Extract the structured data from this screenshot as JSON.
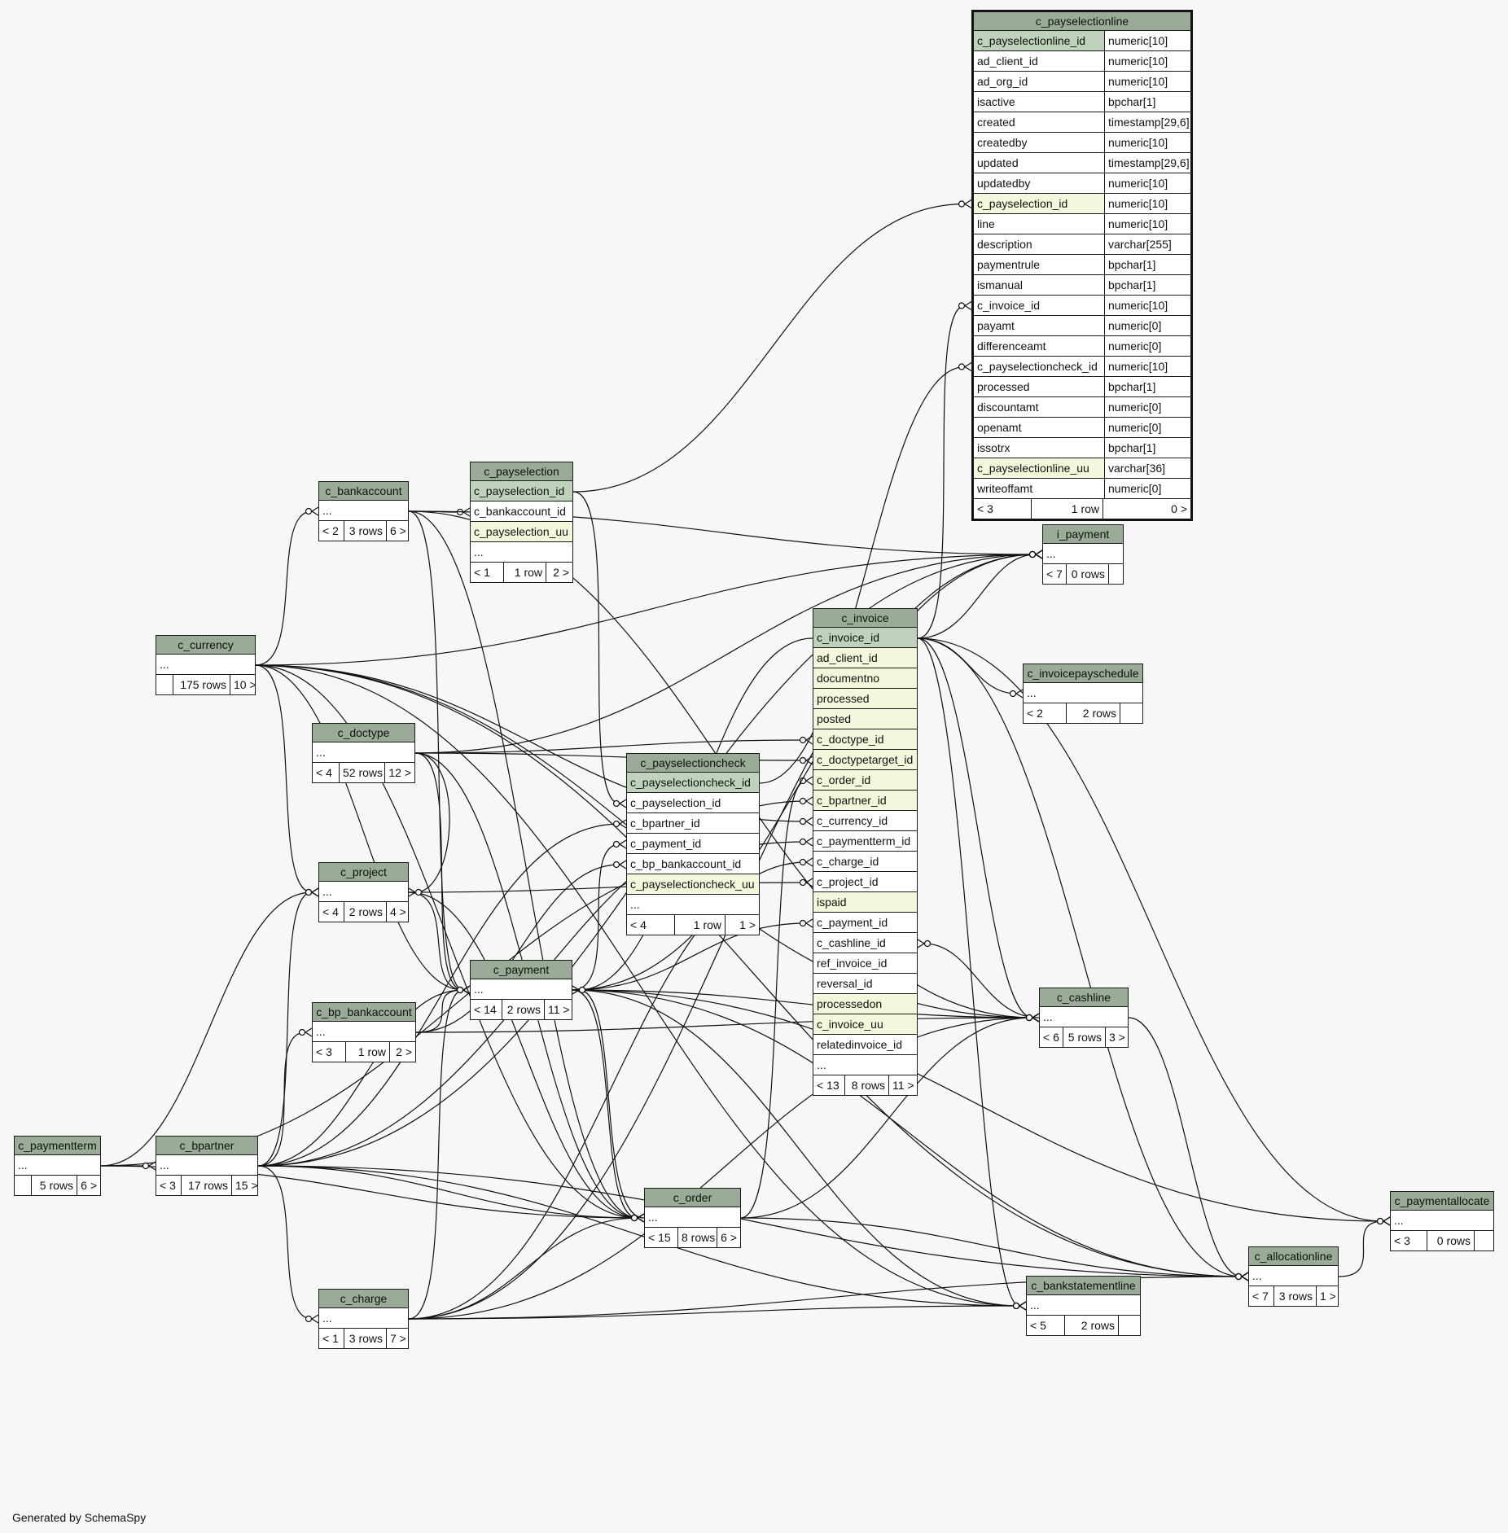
{
  "footer": "Generated by SchemaSpy",
  "colors": {
    "header": "#9aab97",
    "primary_key": "#bfd2bb",
    "indexed": "#f4f7dc",
    "background": "#f7f7f7"
  },
  "tables": [
    {
      "id": "c_payselectionline",
      "name": "c_payselectionline",
      "focus": true,
      "columns": [
        {
          "name": "c_payselectionline_id",
          "type": "numeric[10]",
          "kind": "pk"
        },
        {
          "name": "ad_client_id",
          "type": "numeric[10]",
          "kind": ""
        },
        {
          "name": "ad_org_id",
          "type": "numeric[10]",
          "kind": ""
        },
        {
          "name": "isactive",
          "type": "bpchar[1]",
          "kind": ""
        },
        {
          "name": "created",
          "type": "timestamp[29,6]",
          "kind": ""
        },
        {
          "name": "createdby",
          "type": "numeric[10]",
          "kind": ""
        },
        {
          "name": "updated",
          "type": "timestamp[29,6]",
          "kind": ""
        },
        {
          "name": "updatedby",
          "type": "numeric[10]",
          "kind": ""
        },
        {
          "name": "c_payselection_id",
          "type": "numeric[10]",
          "kind": "idx"
        },
        {
          "name": "line",
          "type": "numeric[10]",
          "kind": ""
        },
        {
          "name": "description",
          "type": "varchar[255]",
          "kind": ""
        },
        {
          "name": "paymentrule",
          "type": "bpchar[1]",
          "kind": ""
        },
        {
          "name": "ismanual",
          "type": "bpchar[1]",
          "kind": ""
        },
        {
          "name": "c_invoice_id",
          "type": "numeric[10]",
          "kind": ""
        },
        {
          "name": "payamt",
          "type": "numeric[0]",
          "kind": ""
        },
        {
          "name": "differenceamt",
          "type": "numeric[0]",
          "kind": ""
        },
        {
          "name": "c_payselectioncheck_id",
          "type": "numeric[10]",
          "kind": ""
        },
        {
          "name": "processed",
          "type": "bpchar[1]",
          "kind": ""
        },
        {
          "name": "discountamt",
          "type": "numeric[0]",
          "kind": ""
        },
        {
          "name": "openamt",
          "type": "numeric[0]",
          "kind": ""
        },
        {
          "name": "issotrx",
          "type": "bpchar[1]",
          "kind": ""
        },
        {
          "name": "c_payselectionline_uu",
          "type": "varchar[36]",
          "kind": "idx"
        },
        {
          "name": "writeoffamt",
          "type": "numeric[0]",
          "kind": ""
        }
      ],
      "footer": [
        "< 3",
        "1 row",
        "0 >"
      ]
    },
    {
      "id": "i_payment",
      "name": "i_payment",
      "columns": [
        {
          "name": "...",
          "kind": ""
        }
      ],
      "footer": [
        "< 7",
        "0 rows",
        ""
      ]
    },
    {
      "id": "c_bankaccount",
      "name": "c_bankaccount",
      "columns": [
        {
          "name": "...",
          "kind": ""
        }
      ],
      "footer": [
        "< 2",
        "3 rows",
        "6 >"
      ]
    },
    {
      "id": "c_payselection",
      "name": "c_payselection",
      "columns": [
        {
          "name": "c_payselection_id",
          "kind": "pk"
        },
        {
          "name": "c_bankaccount_id",
          "kind": ""
        },
        {
          "name": "c_payselection_uu",
          "kind": "idx"
        },
        {
          "name": "...",
          "kind": ""
        }
      ],
      "footer": [
        "< 1",
        "1 row",
        "2 >"
      ]
    },
    {
      "id": "c_currency",
      "name": "c_currency",
      "columns": [
        {
          "name": "...",
          "kind": ""
        }
      ],
      "footer": [
        "",
        "175 rows",
        "10 >"
      ]
    },
    {
      "id": "c_invoice",
      "name": "c_invoice",
      "columns": [
        {
          "name": "c_invoice_id",
          "kind": "pk"
        },
        {
          "name": "ad_client_id",
          "kind": "idx"
        },
        {
          "name": "documentno",
          "kind": "idx"
        },
        {
          "name": "processed",
          "kind": "idx"
        },
        {
          "name": "posted",
          "kind": "idx"
        },
        {
          "name": "c_doctype_id",
          "kind": "idx"
        },
        {
          "name": "c_doctypetarget_id",
          "kind": "idx"
        },
        {
          "name": "c_order_id",
          "kind": "idx"
        },
        {
          "name": "c_bpartner_id",
          "kind": "idx"
        },
        {
          "name": "c_currency_id",
          "kind": ""
        },
        {
          "name": "c_paymentterm_id",
          "kind": ""
        },
        {
          "name": "c_charge_id",
          "kind": ""
        },
        {
          "name": "c_project_id",
          "kind": ""
        },
        {
          "name": "ispaid",
          "kind": "idx"
        },
        {
          "name": "c_payment_id",
          "kind": ""
        },
        {
          "name": "c_cashline_id",
          "kind": ""
        },
        {
          "name": "ref_invoice_id",
          "kind": ""
        },
        {
          "name": "reversal_id",
          "kind": ""
        },
        {
          "name": "processedon",
          "kind": "idx"
        },
        {
          "name": "c_invoice_uu",
          "kind": "idx"
        },
        {
          "name": "relatedinvoice_id",
          "kind": ""
        },
        {
          "name": "...",
          "kind": ""
        }
      ],
      "footer": [
        "< 13",
        "8 rows",
        "11 >"
      ]
    },
    {
      "id": "c_invoicepayschedule",
      "name": "c_invoicepayschedule",
      "columns": [
        {
          "name": "...",
          "kind": ""
        }
      ],
      "footer": [
        "< 2",
        "2 rows",
        ""
      ]
    },
    {
      "id": "c_doctype",
      "name": "c_doctype",
      "columns": [
        {
          "name": "...",
          "kind": ""
        }
      ],
      "footer": [
        "< 4",
        "52 rows",
        "12 >"
      ]
    },
    {
      "id": "c_payselectioncheck",
      "name": "c_payselectioncheck",
      "columns": [
        {
          "name": "c_payselectioncheck_id",
          "kind": "pk"
        },
        {
          "name": "c_payselection_id",
          "kind": ""
        },
        {
          "name": "c_bpartner_id",
          "kind": ""
        },
        {
          "name": "c_payment_id",
          "kind": ""
        },
        {
          "name": "c_bp_bankaccount_id",
          "kind": ""
        },
        {
          "name": "c_payselectioncheck_uu",
          "kind": "idx"
        },
        {
          "name": "...",
          "kind": ""
        }
      ],
      "footer": [
        "< 4",
        "1 row",
        "1 >"
      ]
    },
    {
      "id": "c_project",
      "name": "c_project",
      "columns": [
        {
          "name": "...",
          "kind": ""
        }
      ],
      "footer": [
        "< 4",
        "2 rows",
        "4 >"
      ]
    },
    {
      "id": "c_payment",
      "name": "c_payment",
      "columns": [
        {
          "name": "...",
          "kind": ""
        }
      ],
      "footer": [
        "< 14",
        "2 rows",
        "11 >"
      ]
    },
    {
      "id": "c_cashline",
      "name": "c_cashline",
      "columns": [
        {
          "name": "...",
          "kind": ""
        }
      ],
      "footer": [
        "< 6",
        "5 rows",
        "3 >"
      ]
    },
    {
      "id": "c_bp_bankaccount",
      "name": "c_bp_bankaccount",
      "columns": [
        {
          "name": "...",
          "kind": ""
        }
      ],
      "footer": [
        "< 3",
        "1 row",
        "2 >"
      ]
    },
    {
      "id": "c_paymentterm",
      "name": "c_paymentterm",
      "columns": [
        {
          "name": "...",
          "kind": ""
        }
      ],
      "footer": [
        "",
        "5 rows",
        "6 >"
      ]
    },
    {
      "id": "c_bpartner",
      "name": "c_bpartner",
      "columns": [
        {
          "name": "...",
          "kind": ""
        }
      ],
      "footer": [
        "< 3",
        "17 rows",
        "15 >"
      ]
    },
    {
      "id": "c_order",
      "name": "c_order",
      "columns": [
        {
          "name": "...",
          "kind": ""
        }
      ],
      "footer": [
        "< 15",
        "8 rows",
        "6 >"
      ]
    },
    {
      "id": "c_paymentallocate",
      "name": "c_paymentallocate",
      "columns": [
        {
          "name": "...",
          "kind": ""
        }
      ],
      "footer": [
        "< 3",
        "0 rows",
        ""
      ]
    },
    {
      "id": "c_allocationline",
      "name": "c_allocationline",
      "columns": [
        {
          "name": "...",
          "kind": ""
        }
      ],
      "footer": [
        "< 7",
        "3 rows",
        "1 >"
      ]
    },
    {
      "id": "c_bankstatementline",
      "name": "c_bankstatementline",
      "columns": [
        {
          "name": "...",
          "kind": ""
        }
      ],
      "footer": [
        "< 5",
        "2 rows",
        ""
      ]
    },
    {
      "id": "c_charge",
      "name": "c_charge",
      "columns": [
        {
          "name": "...",
          "kind": ""
        }
      ],
      "footer": [
        "< 1",
        "3 rows",
        "7 >"
      ]
    }
  ],
  "relationships": [
    {
      "from": "c_payselectionline",
      "from_col": "c_payselection_id",
      "to": "c_payselection",
      "to_col": "c_payselection_id"
    },
    {
      "from": "c_payselectionline",
      "from_col": "c_invoice_id",
      "to": "c_invoice",
      "to_col": "c_invoice_id"
    },
    {
      "from": "c_payselectionline",
      "from_col": "c_payselectioncheck_id",
      "to": "c_payselectioncheck",
      "to_col": "c_payselectioncheck_id"
    },
    {
      "from": "c_payselection",
      "from_col": "c_bankaccount_id",
      "to": "c_bankaccount"
    },
    {
      "from": "c_payselectioncheck",
      "from_col": "c_payselection_id",
      "to": "c_payselection",
      "to_col": "c_payselection_id"
    },
    {
      "from": "c_payselectioncheck",
      "from_col": "c_bpartner_id",
      "to": "c_bpartner"
    },
    {
      "from": "c_payselectioncheck",
      "from_col": "c_payment_id",
      "to": "c_payment"
    },
    {
      "from": "c_payselectioncheck",
      "from_col": "c_bp_bankaccount_id",
      "to": "c_bp_bankaccount"
    },
    {
      "from": "c_invoice",
      "from_col": "c_doctype_id",
      "to": "c_doctype"
    },
    {
      "from": "c_invoice",
      "from_col": "c_doctypetarget_id",
      "to": "c_doctype"
    },
    {
      "from": "c_invoice",
      "from_col": "c_order_id",
      "to": "c_order"
    },
    {
      "from": "c_invoice",
      "from_col": "c_bpartner_id",
      "to": "c_bpartner"
    },
    {
      "from": "c_invoice",
      "from_col": "c_currency_id",
      "to": "c_currency"
    },
    {
      "from": "c_invoice",
      "from_col": "c_paymentterm_id",
      "to": "c_paymentterm"
    },
    {
      "from": "c_invoice",
      "from_col": "c_charge_id",
      "to": "c_charge"
    },
    {
      "from": "c_invoice",
      "from_col": "c_project_id",
      "to": "c_project"
    },
    {
      "from": "c_invoice",
      "from_col": "c_payment_id",
      "to": "c_payment"
    },
    {
      "from": "c_invoice",
      "from_col": "c_cashline_id",
      "to": "c_cashline"
    },
    {
      "from": "c_invoicepayschedule",
      "to": "c_invoice",
      "to_col": "c_invoice_id"
    },
    {
      "from": "c_cashline",
      "to": "c_invoice",
      "to_col": "c_invoice_id"
    },
    {
      "from": "c_cashline",
      "to": "c_bankaccount"
    },
    {
      "from": "c_cashline",
      "to": "c_currency"
    },
    {
      "from": "c_cashline",
      "to": "c_charge"
    },
    {
      "from": "c_cashline",
      "to": "c_payment"
    },
    {
      "from": "c_cashline",
      "to": "c_bp_bankaccount"
    },
    {
      "from": "c_cashline",
      "to": "c_order"
    },
    {
      "from": "i_payment",
      "to": "c_invoice",
      "to_col": "c_invoice_id"
    },
    {
      "from": "i_payment",
      "to": "c_bankaccount"
    },
    {
      "from": "i_payment",
      "to": "c_currency"
    },
    {
      "from": "i_payment",
      "to": "c_doctype"
    },
    {
      "from": "i_payment",
      "to": "c_bpartner"
    },
    {
      "from": "i_payment",
      "to": "c_charge"
    },
    {
      "from": "i_payment",
      "to": "c_payment"
    },
    {
      "from": "c_paymentallocate",
      "to": "c_invoice",
      "to_col": "c_invoice_id"
    },
    {
      "from": "c_paymentallocate",
      "to": "c_payment"
    },
    {
      "from": "c_paymentallocate",
      "to": "c_allocationline"
    },
    {
      "from": "c_allocationline",
      "to": "c_invoice",
      "to_col": "c_invoice_id"
    },
    {
      "from": "c_allocationline",
      "to": "c_payment"
    },
    {
      "from": "c_allocationline",
      "to": "c_bpartner"
    },
    {
      "from": "c_allocationline",
      "to": "c_order"
    },
    {
      "from": "c_allocationline",
      "to": "c_cashline"
    },
    {
      "from": "c_allocationline",
      "to": "c_charge"
    },
    {
      "from": "c_allocationline",
      "to": "c_currency"
    },
    {
      "from": "c_bankstatementline",
      "to": "c_invoice",
      "to_col": "c_invoice_id"
    },
    {
      "from": "c_bankstatementline",
      "to": "c_payment"
    },
    {
      "from": "c_bankstatementline",
      "to": "c_bpartner"
    },
    {
      "from": "c_bankstatementline",
      "to": "c_charge"
    },
    {
      "from": "c_bankstatementline",
      "to": "c_currency"
    },
    {
      "from": "c_payment",
      "to": "c_invoice",
      "to_col": "c_invoice_id"
    },
    {
      "from": "c_payment",
      "to": "c_bankaccount"
    },
    {
      "from": "c_payment",
      "to": "c_currency"
    },
    {
      "from": "c_payment",
      "to": "c_doctype"
    },
    {
      "from": "c_payment",
      "to": "c_bpartner"
    },
    {
      "from": "c_payment",
      "to": "c_bp_bankaccount"
    },
    {
      "from": "c_payment",
      "to": "c_charge"
    },
    {
      "from": "c_payment",
      "to": "c_project"
    },
    {
      "from": "c_payment",
      "to": "c_order"
    },
    {
      "from": "c_order",
      "to": "c_doctype"
    },
    {
      "from": "c_order",
      "to": "c_bpartner"
    },
    {
      "from": "c_order",
      "to": "c_currency"
    },
    {
      "from": "c_order",
      "to": "c_paymentterm"
    },
    {
      "from": "c_order",
      "to": "c_charge"
    },
    {
      "from": "c_order",
      "to": "c_project"
    },
    {
      "from": "c_order",
      "to": "c_bankaccount"
    },
    {
      "from": "c_order",
      "to": "c_payment"
    },
    {
      "from": "c_project",
      "to": "c_currency"
    },
    {
      "from": "c_project",
      "to": "c_bpartner"
    },
    {
      "from": "c_project",
      "to": "c_paymentterm"
    },
    {
      "from": "c_project",
      "to": "c_doctype"
    },
    {
      "from": "c_bankaccount",
      "to": "c_currency"
    },
    {
      "from": "c_bpartner",
      "to": "c_paymentterm"
    },
    {
      "from": "c_bp_bankaccount",
      "to": "c_bpartner"
    },
    {
      "from": "c_charge",
      "to": "c_bpartner"
    }
  ]
}
